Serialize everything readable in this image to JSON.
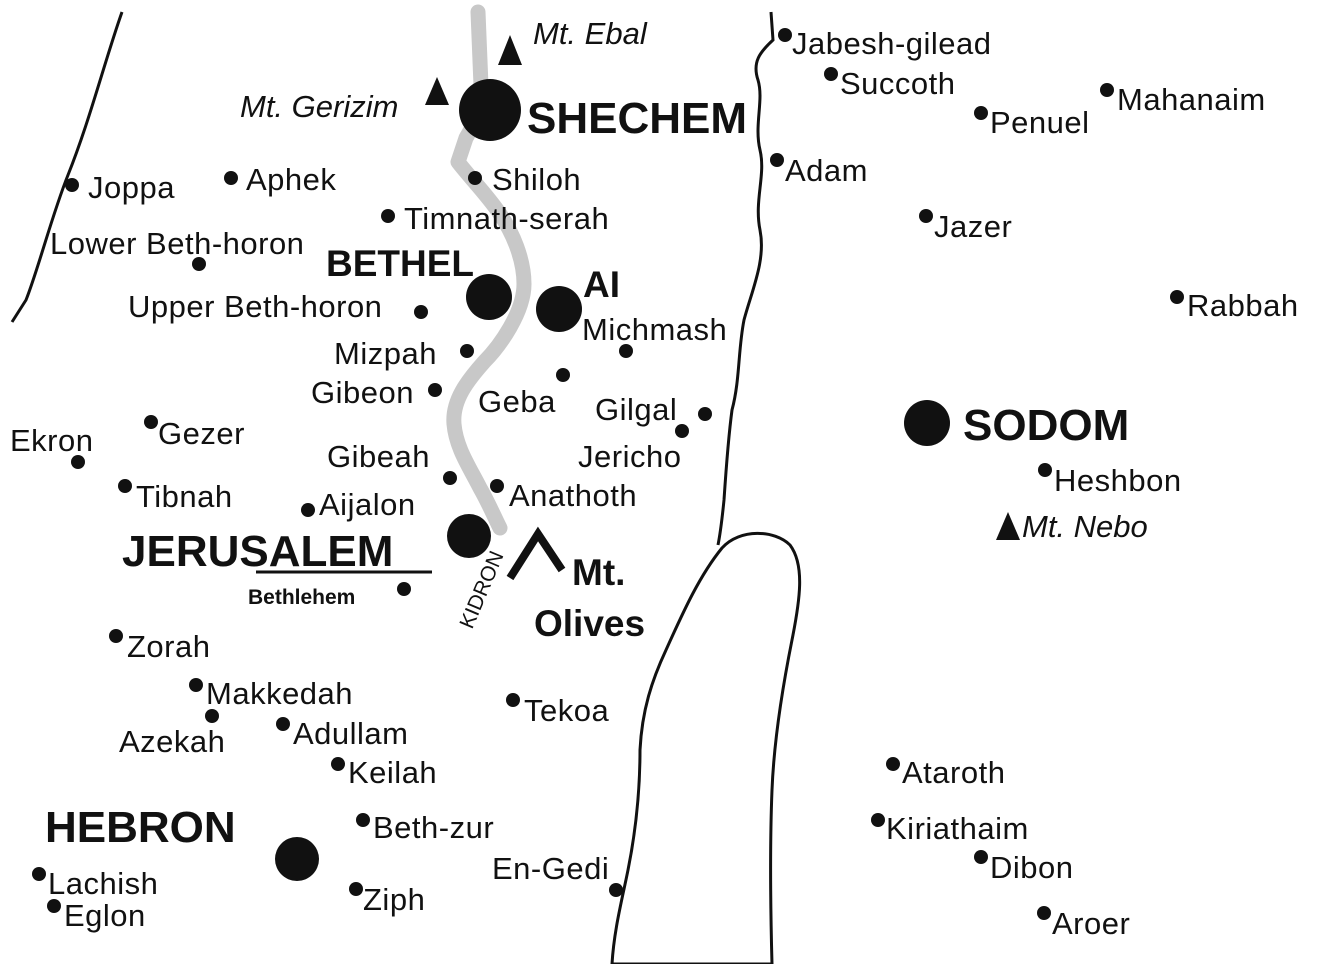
{
  "map": {
    "colors": {
      "ink": "#111111",
      "road": "#c8c8c8",
      "paper": "#ffffff"
    },
    "major_cities": {
      "shechem": "SHECHEM",
      "bethel": "BETHEL",
      "ai": "AI",
      "jerusalem_pre": "JERU",
      "jerusalem_post": "SALEM",
      "sodom": "SODOM",
      "hebron": "HEBRON"
    },
    "mountains": {
      "ebal": "Mt. Ebal",
      "gerizim": "Mt. Gerizim",
      "nebo": "Mt. Nebo",
      "olives_line1": "Mt.",
      "olives_line2": "Olives"
    },
    "river": "KIDRON",
    "towns": {
      "jabesh_gilead": "Jabesh-gilead",
      "succoth": "Succoth",
      "mahanaim": "Mahanaim",
      "penuel": "Penuel",
      "adam": "Adam",
      "jazer": "Jazer",
      "rabbah": "Rabbah",
      "heshbon": "Heshbon",
      "ataroth": "Ataroth",
      "kiriathaim": "Kiriathaim",
      "dibon": "Dibon",
      "aroer": "Aroer",
      "joppa": "Joppa",
      "aphek": "Aphek",
      "shiloh": "Shiloh",
      "timnath_serah": "Timnath-serah",
      "lower_beth_horon": "Lower Beth-horon",
      "upper_beth_horon": "Upper Beth-horon",
      "michmash": "Michmash",
      "mizpah": "Mizpah",
      "gibeon": "Gibeon",
      "geba": "Geba",
      "gilgal": "Gilgal",
      "ekron": "Ekron",
      "gezer": "Gezer",
      "gibeah": "Gibeah",
      "jericho": "Jericho",
      "tibnah": "Tibnah",
      "aijalon": "Aijalon",
      "anathoth": "Anathoth",
      "bethlehem": "Bethlehem",
      "zorah": "Zorah",
      "makkedah": "Makkedah",
      "azekah": "Azekah",
      "adullam": "Adullam",
      "tekoa": "Tekoa",
      "keilah": "Keilah",
      "beth_zur": "Beth-zur",
      "en_gedi": "En-Gedi",
      "lachish": "Lachish",
      "eglon": "Eglon",
      "ziph": "Ziph"
    }
  }
}
